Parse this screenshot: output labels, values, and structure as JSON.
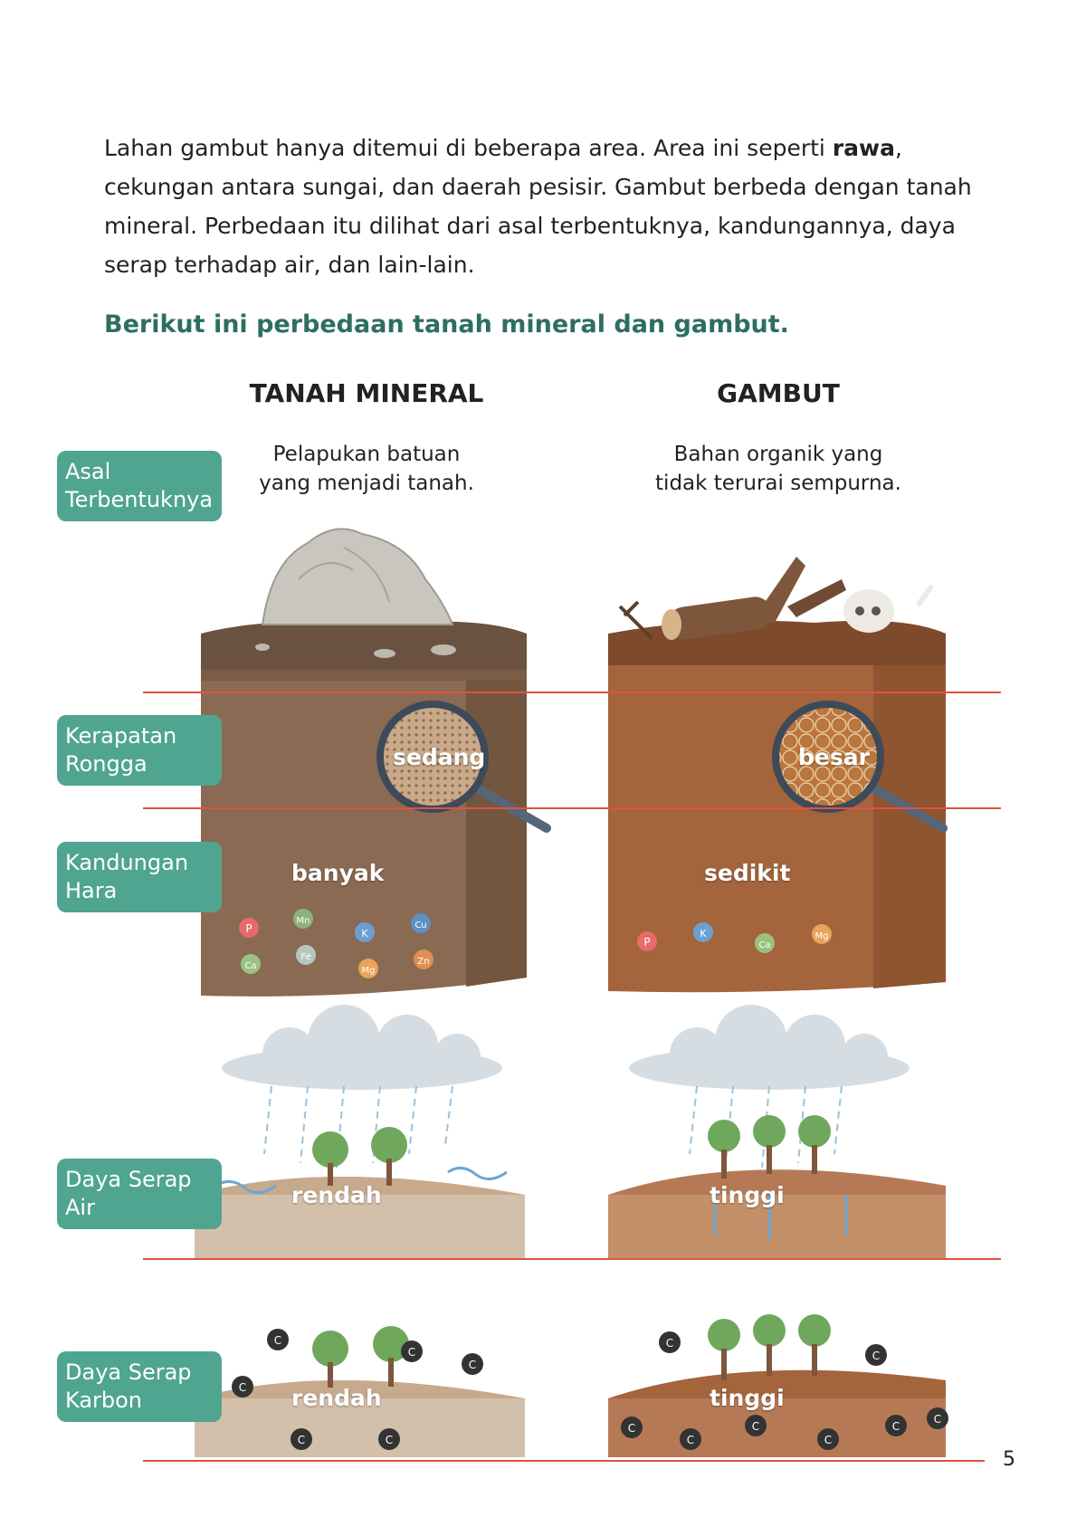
{
  "intro": {
    "p1": "Lahan gambut hanya ditemui di beberapa area. Area ini seperti ",
    "bold": "rawa",
    "p2": ", cekungan antara sungai, dan daerah pesisir. Gambut berbeda dengan tanah mineral. Perbedaan itu dilihat dari asal terbentuknya, kandungannya, daya serap terhadap air, dan lain-lain."
  },
  "subheading": "Berikut ini perbedaan tanah mineral dan gambut.",
  "columns": {
    "mineral": {
      "title": "TANAH MINERAL",
      "desc1": "Pelapukan batuan",
      "desc2": "yang menjadi tanah."
    },
    "gambut": {
      "title": "GAMBUT",
      "desc1": "Bahan organik yang",
      "desc2": "tidak terurai sempurna."
    }
  },
  "labels": {
    "asal": [
      "Asal",
      "Terbentuknya"
    ],
    "rongga": [
      "Kerapatan",
      "Rongga"
    ],
    "hara": [
      "Kandungan",
      "Hara"
    ],
    "air": [
      "Daya Serap",
      "Air"
    ],
    "karbon": [
      "Daya Serap",
      "Karbon"
    ]
  },
  "mineral_values": {
    "rongga": "sedang",
    "hara": "banyak",
    "air": "rendah",
    "karbon": "rendah"
  },
  "gambut_values": {
    "rongga": "besar",
    "hara": "sedikit",
    "air": "tinggi",
    "karbon": "tinggi"
  },
  "mineral_nutrients": [
    "P",
    "Mn",
    "K",
    "Cu",
    "Ca",
    "Fe",
    "Mg",
    "Zn"
  ],
  "gambut_nutrients": [
    "P",
    "K",
    "Ca",
    "Mg"
  ],
  "carbon_symbol": "C",
  "page_number": "5",
  "colors": {
    "label_bg": "#4fa58f",
    "heading_green": "#2e6e62",
    "rule_red": "#e0523f"
  }
}
